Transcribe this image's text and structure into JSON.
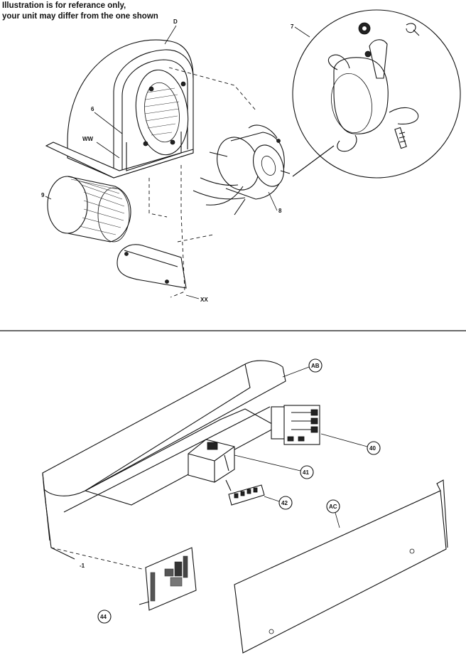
{
  "notes": {
    "line1": "Illustration is for referance only,",
    "line2": "your unit may differ from the one shown"
  },
  "callouts": {
    "d": "D",
    "seven": "7",
    "six": "6",
    "ww": "WW",
    "nine": "9",
    "eight": "8",
    "xx": "XX",
    "ab": "AB",
    "forty": "40",
    "fortyone": "41",
    "fortytwo": "42",
    "ac": "AC",
    "fortyfour": "44"
  }
}
